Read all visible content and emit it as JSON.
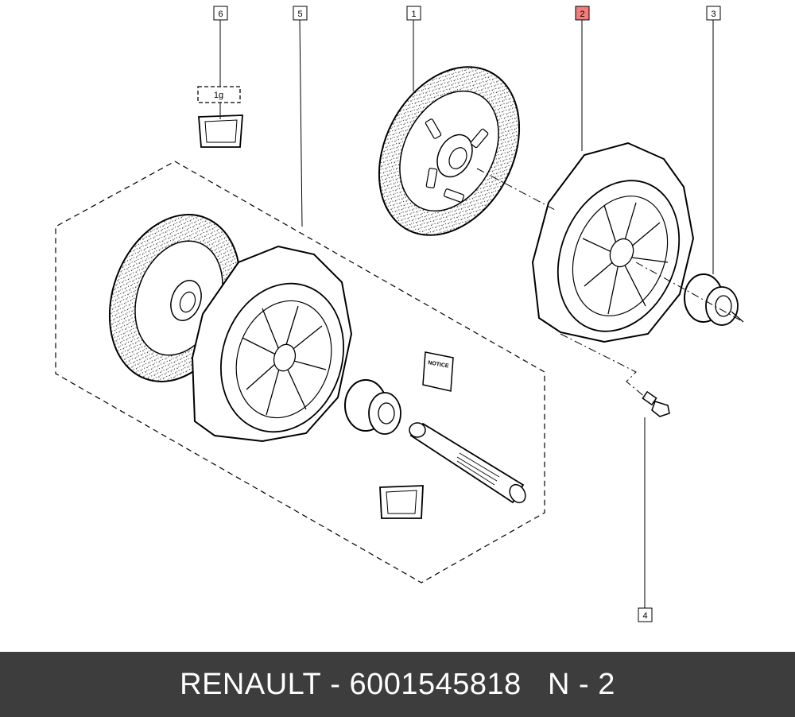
{
  "diagram": {
    "callouts": [
      {
        "id": "c6",
        "label": "6",
        "highlight": false
      },
      {
        "id": "c5",
        "label": "5",
        "highlight": false
      },
      {
        "id": "c1",
        "label": "1",
        "highlight": false
      },
      {
        "id": "c2",
        "label": "2",
        "highlight": true
      },
      {
        "id": "c3",
        "label": "3",
        "highlight": false
      },
      {
        "id": "c4",
        "label": "4",
        "highlight": false
      }
    ],
    "grease_quantity": "1g",
    "manual_label": "NOTICE",
    "highlight_color": "#f47c7c"
  },
  "footer": {
    "brand": "RENAULT",
    "separator": " - ",
    "part_number": "6001545818",
    "gap": "   ",
    "ref": "N - 2",
    "background": "#3d3d3d"
  }
}
